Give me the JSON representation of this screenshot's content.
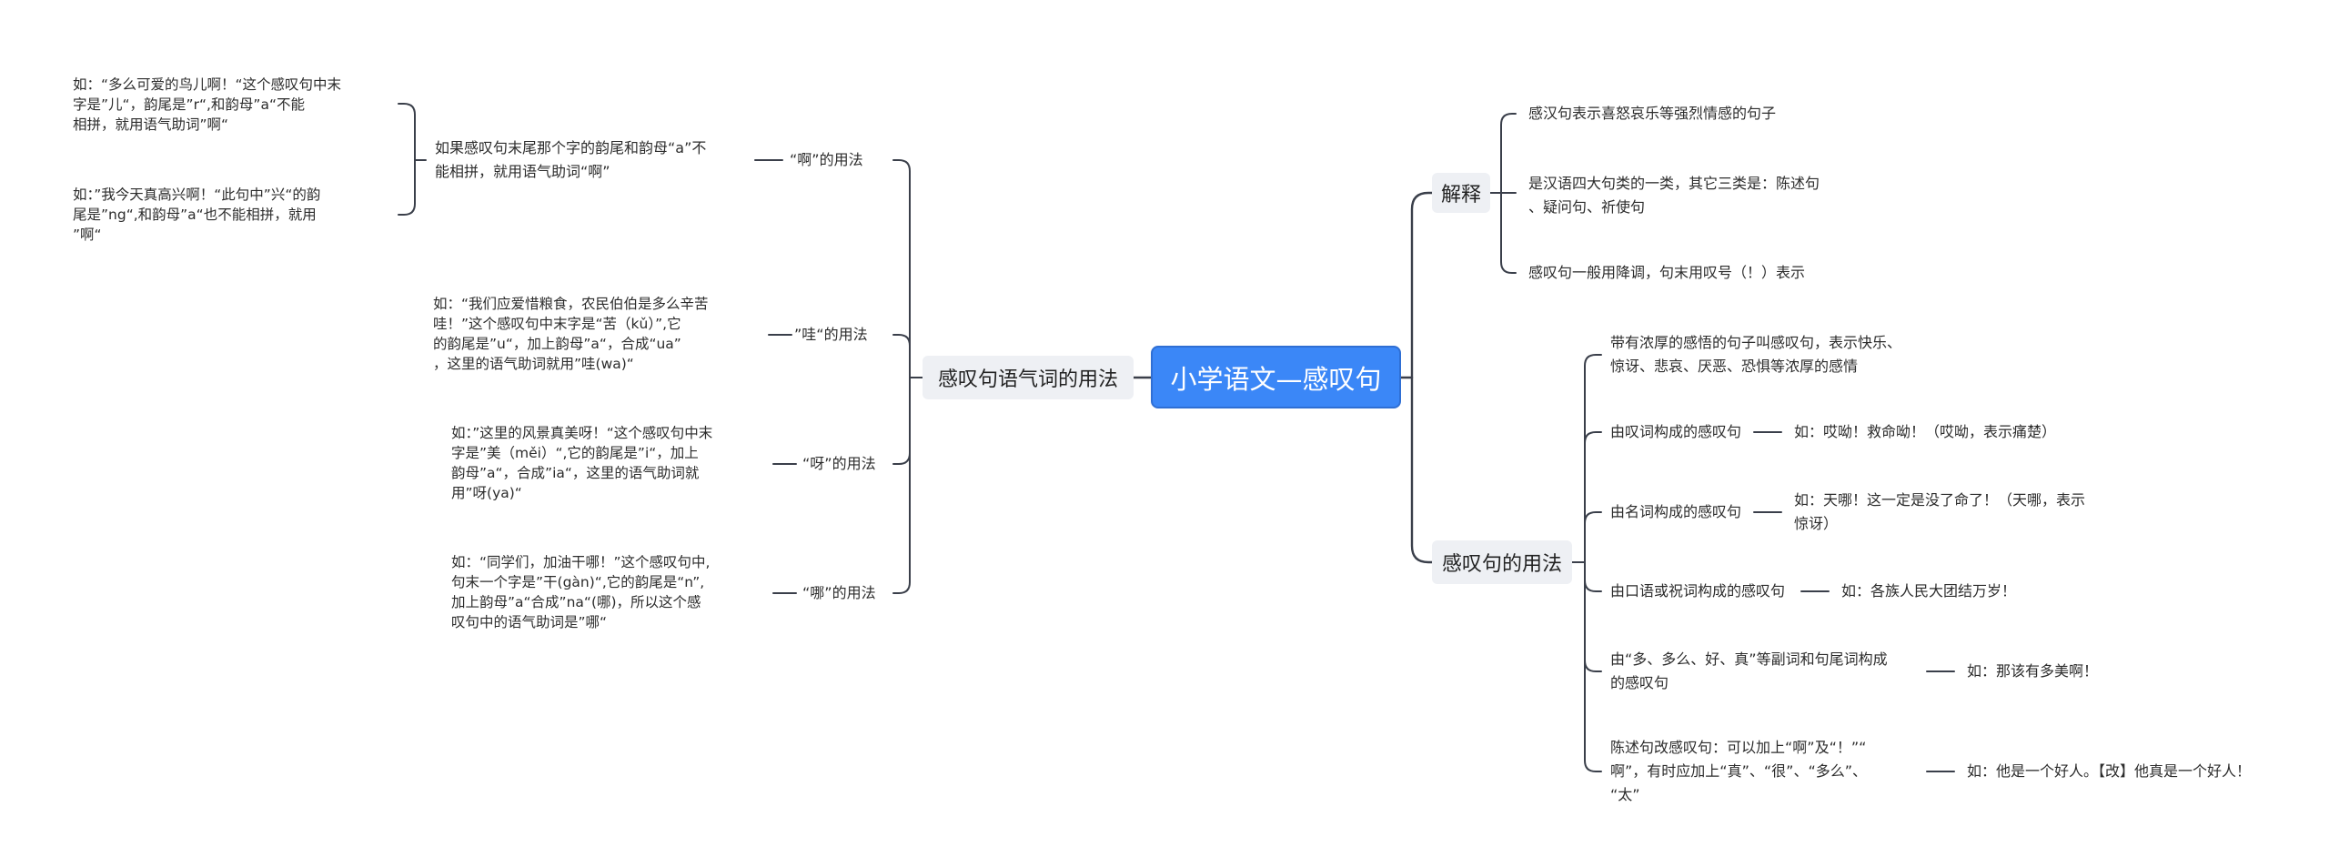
{
  "root": {
    "label": "小学语文—感叹句"
  },
  "right": {
    "explain": {
      "label": "解释",
      "items": [
        "感汉句表示喜怒哀乐等强烈情感的句子",
        "是汉语四大句类的一类，其它三类是：陈述句\n、疑问句、祈使句",
        "感叹句一般用降调，句末用叹号（！）表示"
      ]
    },
    "usage": {
      "label": "感叹句的用法",
      "items": [
        {
          "text": "带有浓厚的感悟的句子叫感叹句，表示快乐、\n惊讶、悲哀、厌恶、恐惧等浓厚的感情",
          "example": ""
        },
        {
          "text": "由叹词构成的感叹句",
          "example": "如：哎呦！救命呦！（哎呦，表示痛楚）"
        },
        {
          "text": "由名词构成的感叹句",
          "example": "如：天哪！这一定是没了命了！（天哪，表示\n惊讶）"
        },
        {
          "text": "由口语或祝词构成的感叹句",
          "example": "如：各族人民大团结万岁！"
        },
        {
          "text": "由“多、多么、好、真”等副词和句尾词构成\n的感叹句",
          "example": "如：那该有多美啊！"
        },
        {
          "text": "陈述句改感叹句：可以加上“啊”及“！”“\n啊”，有时应加上“真”、“很”、“多么”、\n“太”",
          "example": "如：他是一个好人。【改】他真是一个好人！"
        }
      ]
    }
  },
  "left": {
    "particles": {
      "label": "感叹句语气词的用法",
      "items": [
        {
          "label": "“啊”的用法",
          "rule": "如果感叹句末尾那个字的韵尾和韵母“a”不\n能相拼，就用语气助词“啊”",
          "examples": [
            "如：“多么可爱的鸟儿啊！“这个感叹句中末\n字是”儿“，韵尾是”r“,和韵母”a“不能\n相拼，就用语气助词”啊“",
            "如：”我今天真高兴啊！“此句中”兴“的韵\n尾是”ng“,和韵母”a“也不能相拼，就用\n”啊“"
          ]
        },
        {
          "label": "”哇“的用法",
          "example": "如：“我们应爱惜粮食，农民伯伯是多么辛苦\n哇！”这个感叹句中末字是“苦（kǔ）”,它\n的韵尾是”u“，加上韵母”a“，合成“ua”\n，这里的语气助词就用”哇(wa)“"
        },
        {
          "label": "“呀”的用法",
          "example": "如：”这里的风景真美呀！“这个感叹句中末\n字是”美（měi）“,它的韵尾是”i“，加上\n韵母”a“，合成”ia“，这里的语气助词就\n用”呀(ya)“"
        },
        {
          "label": "“哪”的用法",
          "example": "如：“同学们，加油干哪！”这个感叹句中,\n句末一个字是”干(gàn)“,它的韵尾是“n”,\n加上韵母”a“合成”na“(哪)，所以这个感\n叹句中的语气助词是”哪“"
        }
      ]
    }
  }
}
